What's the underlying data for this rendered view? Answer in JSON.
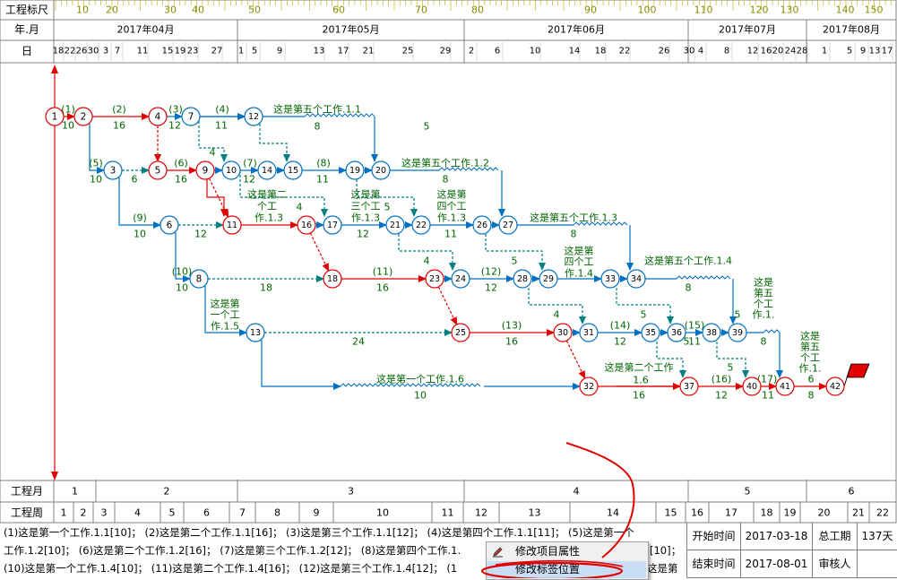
{
  "header": {
    "row_labels": {
      "ruler": "工程标尺",
      "month": "年.月",
      "day": "日"
    },
    "ruler_ticks": [
      "10",
      "20",
      "30",
      "40",
      "50",
      "60",
      "70",
      "80",
      "90",
      "100",
      "110",
      "120",
      "130",
      "140",
      "150"
    ],
    "months": [
      "2017年04月",
      "2017年05月",
      "2017年06月",
      "2017年07月",
      "2017年08月"
    ],
    "days": [
      "18",
      "22",
      "26",
      "30",
      "3",
      "7",
      "11",
      "15",
      "19",
      "23",
      "27",
      "1",
      "5",
      "9",
      "13",
      "17",
      "21",
      "25",
      "29",
      "2",
      "6",
      "10",
      "14",
      "18",
      "22",
      "26",
      "30",
      "4",
      "8",
      "12",
      "16",
      "20",
      "24",
      "28",
      "1",
      "5",
      "9",
      "13",
      "17"
    ]
  },
  "footer": {
    "month_label": "工程月",
    "week_label": "工程周",
    "months": [
      "1",
      "2",
      "3",
      "4",
      "5",
      "6"
    ],
    "weeks": [
      "1",
      "2",
      "3",
      "4",
      "5",
      "6",
      "7",
      "8",
      "9",
      "10",
      "11",
      "12",
      "13",
      "14",
      "15",
      "16",
      "17",
      "18",
      "19",
      "20",
      "21",
      "22"
    ]
  },
  "network": {
    "nodes": [
      "1",
      "2",
      "3",
      "4",
      "5",
      "6",
      "7",
      "8",
      "9",
      "10",
      "11",
      "12",
      "13",
      "14",
      "15",
      "16",
      "17",
      "18",
      "19",
      "20",
      "21",
      "22",
      "23",
      "24",
      "25",
      "26",
      "27",
      "28",
      "29",
      "30",
      "31",
      "32",
      "33",
      "34",
      "35",
      "36",
      "37",
      "38",
      "39",
      "40",
      "41",
      "42"
    ],
    "edge_labels": [
      {
        "id": "1",
        "top": "(1)",
        "bottom": "10"
      },
      {
        "id": "2",
        "top": "(2)",
        "bottom": "16"
      },
      {
        "id": "3",
        "top": "(3)",
        "bottom": "12"
      },
      {
        "id": "4",
        "top": "(4)",
        "bottom": "11"
      },
      {
        "id": "5",
        "top": "(5)",
        "bottom": "10"
      },
      {
        "id": "6",
        "top": "(6)",
        "bottom": "16"
      },
      {
        "id": "7",
        "top": "(7)",
        "bottom": "12"
      },
      {
        "id": "8",
        "top": "(8)",
        "bottom": "11"
      },
      {
        "id": "9",
        "top": "(9)",
        "bottom": "10"
      },
      {
        "id": "10",
        "top": "(10)",
        "bottom": "10"
      },
      {
        "id": "11",
        "top": "(11)",
        "bottom": "16"
      },
      {
        "id": "12",
        "top": "(12)",
        "bottom": "12"
      },
      {
        "id": "13",
        "top": "(13)",
        "bottom": "16"
      },
      {
        "id": "14",
        "top": "(14)",
        "bottom": "12"
      },
      {
        "id": "15",
        "top": "(15)",
        "bottom": "11"
      },
      {
        "id": "16",
        "top": "(16)",
        "bottom": "12"
      },
      {
        "id": "17",
        "top": "(17)",
        "bottom": "11"
      },
      {
        "id": "end",
        "top": "6",
        "bottom": "8"
      }
    ],
    "dummy_numbers": [
      "6",
      "4",
      "12",
      "18",
      "24",
      "4",
      "5",
      "4",
      "5",
      "4",
      "5",
      "12",
      "8",
      "8",
      "8",
      "5",
      "8",
      "5",
      "10",
      "16",
      "8",
      "5",
      "11",
      "5"
    ],
    "free_labels": [
      "这是第五个工作.1.1",
      "这是第五个工作.1.2",
      "这是第五个工作.1.3",
      "这是第五个工作.1.4",
      "这是第一个工作.1.6",
      "这是第二个工作",
      "1.6",
      "这是第二",
      "个工",
      "作.1.3",
      "这是第",
      "三个工",
      "作.1.3",
      "这是第",
      "四个工",
      "作.1.3",
      "这是第",
      "四个工",
      "作.1.4",
      "这是第",
      "一个工",
      "作.1.5",
      "这是",
      "第五",
      "个工",
      "作.1.",
      "这是",
      "第五",
      "个工",
      "作.1."
    ]
  },
  "legend": {
    "line1": "(1)这是第一个工作.1.1[10]；  (2)这是第二个工作.1.1[16]；  (3)这是第三个工作.1.1[12]；  (4)这是第四个工作.1.1[11]；  (5)这是第一个",
    "line2": "工作.1.2[10]；  (6)这是第二个工作.1.2[16]；  (7)这是第三个工作.1.2[12]；  (8)这是第四个工作.1.",
    "line2_tail": "[10]；",
    "line3": "(10)这是第一个工作.1.4[10]；  (11)这是第二个工作.1.4[16]；  (12)这是第三个工作.1.4[12]；  (1",
    "line3_tail": "这是第"
  },
  "info": {
    "start_label": "开始时间",
    "start_value": "2017-03-18",
    "end_label": "结束时间",
    "end_value": "2017-08-01",
    "duration_label": "总工期",
    "duration_value": "137天",
    "reviewer_label": "审核人",
    "reviewer_value": ""
  },
  "context_menu": {
    "items": [
      "修改项目属性",
      "修改标签位置"
    ]
  },
  "colors": {
    "critical": "#e00000",
    "normal": "#0070c0",
    "dummy": "#008080",
    "text": "#006400",
    "ruler": "#8b8b00"
  }
}
